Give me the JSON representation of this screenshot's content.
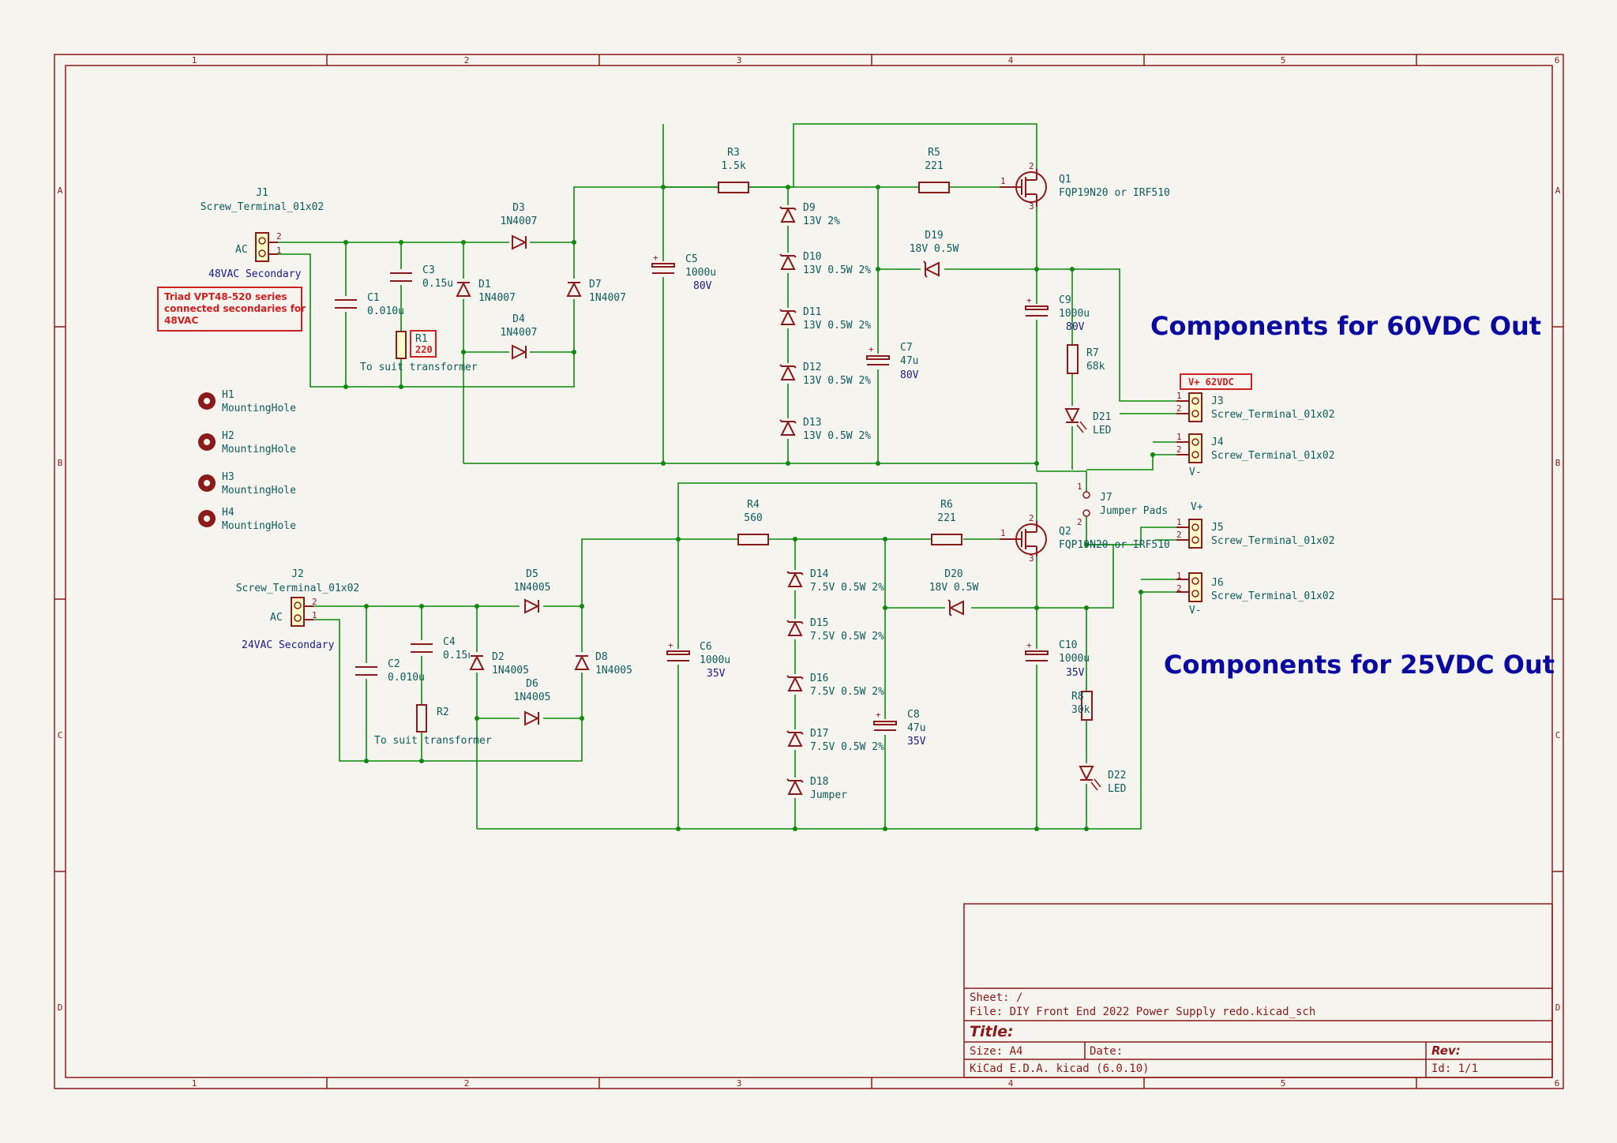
{
  "frame": {
    "cols": [
      "1",
      "2",
      "3",
      "4",
      "5",
      "6"
    ],
    "rows": [
      "A",
      "B",
      "C",
      "D"
    ]
  },
  "title_block": {
    "sheet": "Sheet: /",
    "file": "File: DIY Front End 2022 Power Supply redo.kicad_sch",
    "title": "Title:",
    "size": "Size: A4",
    "date": "Date:",
    "rev": "Rev:",
    "tool": "KiCad E.D.A.  kicad (6.0.10)",
    "id": "Id: 1/1"
  },
  "headings": {
    "top": "Components for 60VDC Out",
    "bottom": "Components for 25VDC Out"
  },
  "note": {
    "line1": "Triad VPT48-520 series",
    "line2": "connected secondaries for",
    "line3": "48VAC"
  },
  "labels": {
    "v62": "V+  62VDC",
    "vplus": "V+",
    "vminus": "V-",
    "ac1": "AC",
    "ac2": "AC",
    "sec48": "48VAC Secondary",
    "sec24": "24VAC Secondary",
    "suit1": "To suit transformer",
    "suit2": "To suit transformer"
  },
  "parts": {
    "J1": {
      "ref": "J1",
      "val": "Screw_Terminal_01x02"
    },
    "J2": {
      "ref": "J2",
      "val": "Screw_Terminal_01x02"
    },
    "J3": {
      "ref": "J3",
      "val": "Screw_Terminal_01x02"
    },
    "J4": {
      "ref": "J4",
      "val": "Screw_Terminal_01x02"
    },
    "J5": {
      "ref": "J5",
      "val": "Screw_Terminal_01x02"
    },
    "J6": {
      "ref": "J6",
      "val": "Screw_Terminal_01x02"
    },
    "J7": {
      "ref": "J7",
      "val": "Jumper Pads"
    },
    "H1": {
      "ref": "H1",
      "val": "MountingHole"
    },
    "H2": {
      "ref": "H2",
      "val": "MountingHole"
    },
    "H3": {
      "ref": "H3",
      "val": "MountingHole"
    },
    "H4": {
      "ref": "H4",
      "val": "MountingHole"
    },
    "C1": {
      "ref": "C1",
      "val": "0.010u"
    },
    "C2": {
      "ref": "C2",
      "val": "0.010u"
    },
    "C3": {
      "ref": "C3",
      "val": "0.15u"
    },
    "C4": {
      "ref": "C4",
      "val": "0.15u"
    },
    "C5": {
      "ref": "C5",
      "val": "1000u",
      "v": "80V"
    },
    "C6": {
      "ref": "C6",
      "val": "1000u",
      "v": "35V"
    },
    "C7": {
      "ref": "C7",
      "val": "47u",
      "v": "80V"
    },
    "C8": {
      "ref": "C8",
      "val": "47u",
      "v": "35V"
    },
    "C9": {
      "ref": "C9",
      "val": "1000u",
      "v": "80V"
    },
    "C10": {
      "ref": "C10",
      "val": "1000u",
      "v": "35V"
    },
    "R1": {
      "ref": "R1",
      "val": "220"
    },
    "R2": {
      "ref": "R2"
    },
    "R3": {
      "ref": "R3",
      "val": "1.5k"
    },
    "R4": {
      "ref": "R4",
      "val": "560"
    },
    "R5": {
      "ref": "R5",
      "val": "221"
    },
    "R6": {
      "ref": "R6",
      "val": "221"
    },
    "R7": {
      "ref": "R7",
      "val": "68k"
    },
    "R8": {
      "ref": "R8",
      "val": "30k"
    },
    "D1": {
      "ref": "D1",
      "val": "1N4007"
    },
    "D2": {
      "ref": "D2",
      "val": "1N4005"
    },
    "D3": {
      "ref": "D3",
      "val": "1N4007"
    },
    "D4": {
      "ref": "D4",
      "val": "1N4007"
    },
    "D5": {
      "ref": "D5",
      "val": "1N4005"
    },
    "D6": {
      "ref": "D6",
      "val": "1N4005"
    },
    "D7": {
      "ref": "D7",
      "val": "1N4007"
    },
    "D8": {
      "ref": "D8",
      "val": "1N4005"
    },
    "D9": {
      "ref": "D9",
      "val": "13V 2%"
    },
    "D10": {
      "ref": "D10",
      "val": "13V 0.5W 2%"
    },
    "D11": {
      "ref": "D11",
      "val": "13V 0.5W 2%"
    },
    "D12": {
      "ref": "D12",
      "val": "13V 0.5W 2%"
    },
    "D13": {
      "ref": "D13",
      "val": "13V 0.5W 2%"
    },
    "D14": {
      "ref": "D14",
      "val": "7.5V 0.5W 2%"
    },
    "D15": {
      "ref": "D15",
      "val": "7.5V 0.5W 2%"
    },
    "D16": {
      "ref": "D16",
      "val": "7.5V 0.5W 2%"
    },
    "D17": {
      "ref": "D17",
      "val": "7.5V 0.5W 2%"
    },
    "D18": {
      "ref": "D18",
      "val": "Jumper"
    },
    "D19": {
      "ref": "D19",
      "val": "18V 0.5W"
    },
    "D20": {
      "ref": "D20",
      "val": "18V 0.5W"
    },
    "D21": {
      "ref": "D21",
      "val": "LED"
    },
    "D22": {
      "ref": "D22",
      "val": "LED"
    },
    "Q1": {
      "ref": "Q1",
      "val": "FQP19N20 or IRF510"
    },
    "Q2": {
      "ref": "Q2",
      "val": "FQP19N20 or IRF510"
    }
  },
  "pins": {
    "p1": "1",
    "p2": "2",
    "p3": "3"
  }
}
